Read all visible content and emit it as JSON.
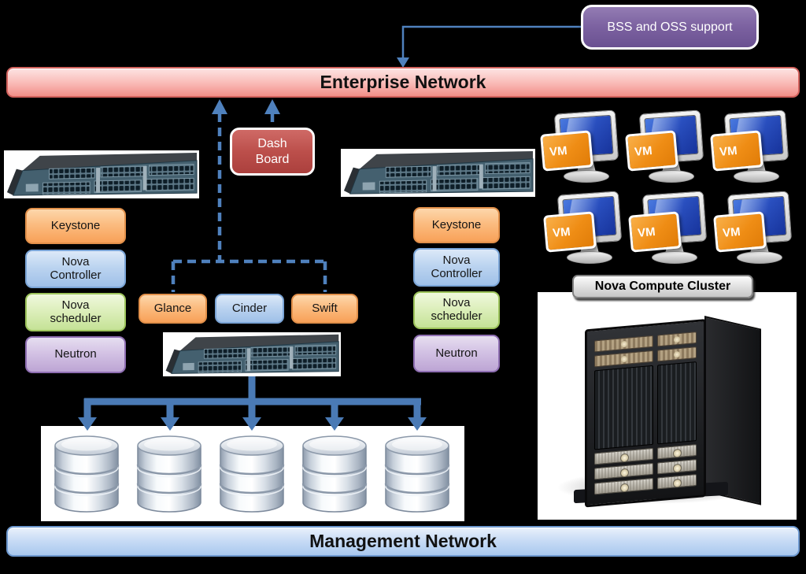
{
  "colors": {
    "background": "#000000",
    "connector_blue": "#4F81BD",
    "enterprise_bar": "#F3918B",
    "management_bar": "#ABC9EF",
    "bss_box": "#7B61A0",
    "dashboard_box": "#BC4F4B",
    "orange_node": "#FBBC80",
    "blue_node": "#BCD4F0",
    "green_node": "#DDEFBC",
    "purple_node": "#D3C2E4",
    "vm_front_orange": "#EF8D15",
    "vm_screen_blue": "#2A50C0",
    "cluster_label_gray": "#E3E3E3"
  },
  "bss_box": {
    "label": "BSS and OSS support"
  },
  "enterprise_network": {
    "label": "Enterprise Network"
  },
  "dashboard": {
    "label": "Dash Board"
  },
  "left_stack": [
    {
      "label": "Keystone"
    },
    {
      "label": "Nova Controller"
    },
    {
      "label": "Nova scheduler"
    },
    {
      "label": "Neutron"
    }
  ],
  "right_stack": [
    {
      "label": "Keystone"
    },
    {
      "label": "Nova Controller"
    },
    {
      "label": "Nova scheduler"
    },
    {
      "label": "Neutron"
    }
  ],
  "services": [
    {
      "label": "Glance"
    },
    {
      "label": "Cinder"
    },
    {
      "label": "Swift"
    }
  ],
  "vm_cluster": {
    "vm_label": "VM",
    "vm_count": 6,
    "title": "Nova Compute Cluster"
  },
  "storage": {
    "database_count": 5
  },
  "switch_count": 3,
  "management_network": {
    "label": "Management Network"
  }
}
